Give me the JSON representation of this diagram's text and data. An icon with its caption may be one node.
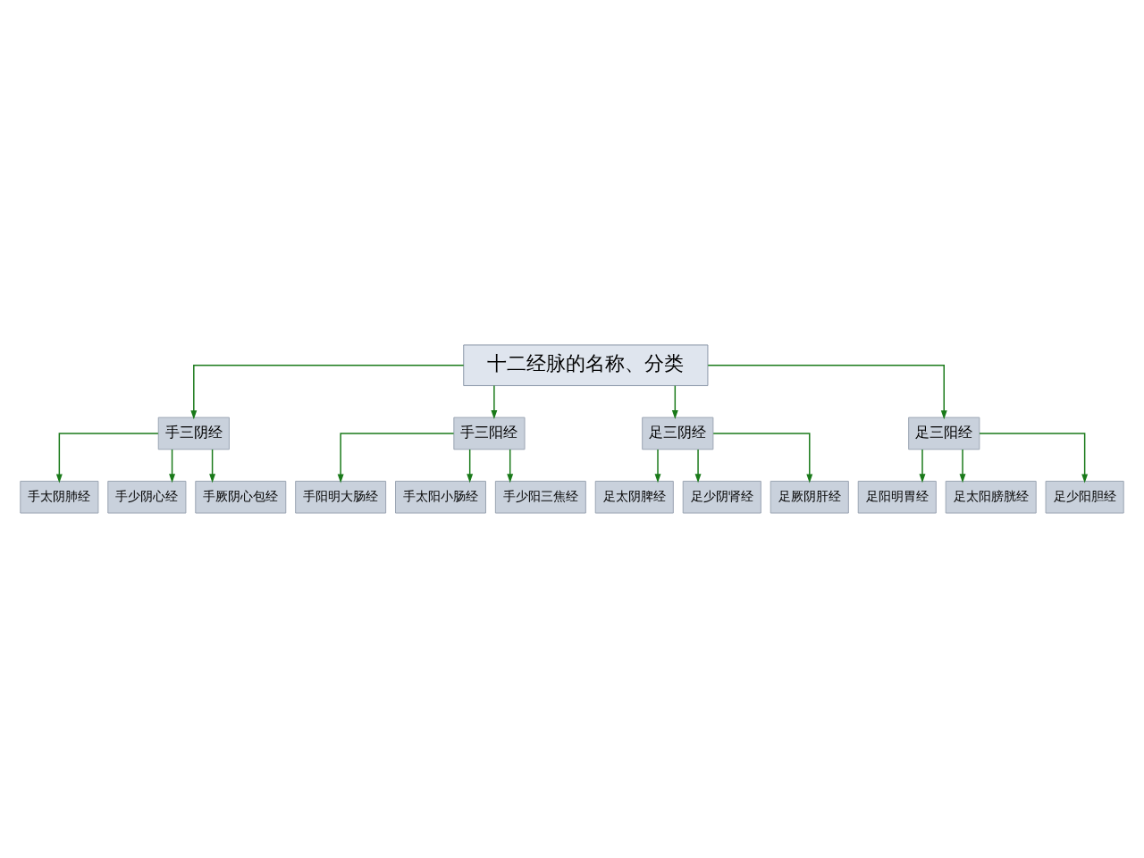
{
  "diagram": {
    "nodes": [
      {
        "text": [
          "十二经脉的名称、分类"
        ]
      },
      {
        "text": [
          "手三阴经"
        ]
      },
      {
        "text": [
          "手三阳经"
        ]
      },
      {
        "text": [
          "足三阴经"
        ]
      },
      {
        "text": [
          "足三阳经"
        ]
      },
      {
        "text": [
          "手太阴肺经"
        ]
      },
      {
        "text": [
          "手少阴心经"
        ]
      },
      {
        "text": [
          "手厥阴心包经"
        ]
      },
      {
        "text": [
          "手阳明大肠经"
        ]
      },
      {
        "text": [
          "手太阳小肠经"
        ]
      },
      {
        "text": [
          "手少阳三焦经"
        ]
      },
      {
        "text": [
          "足太阴脾经"
        ]
      },
      {
        "text": [
          "足少阴肾经"
        ]
      },
      {
        "text": [
          "足厥阴肝经"
        ]
      },
      {
        "text": [
          "足阳明胃经"
        ]
      },
      {
        "text": [
          "足太阳膀胱经"
        ]
      },
      {
        "text": [
          "足少阳胆经"
        ]
      }
    ],
    "edges": [
      {
        "from": 0,
        "to": 1,
        "arrow": "to"
      },
      {
        "from": 0,
        "to": 2,
        "arrow": "to"
      },
      {
        "from": 0,
        "to": 3,
        "arrow": "to"
      },
      {
        "from": 0,
        "to": 4,
        "arrow": "to"
      },
      {
        "from": 1,
        "to": 5,
        "arrow": "to"
      },
      {
        "from": 1,
        "to": 6,
        "arrow": "to"
      },
      {
        "from": 1,
        "to": 7,
        "arrow": "to"
      },
      {
        "from": 2,
        "to": 8,
        "arrow": "to"
      },
      {
        "from": 2,
        "to": 9,
        "arrow": "to"
      },
      {
        "from": 2,
        "to": 10,
        "arrow": "to"
      },
      {
        "from": 3,
        "to": 11,
        "arrow": "to"
      },
      {
        "from": 3,
        "to": 12,
        "arrow": "to"
      },
      {
        "from": 3,
        "to": 13,
        "arrow": "to"
      },
      {
        "from": 4,
        "to": 14,
        "arrow": "to"
      },
      {
        "from": 4,
        "to": 15,
        "arrow": "to"
      },
      {
        "from": 4,
        "to": 16,
        "arrow": "to"
      }
    ]
  }
}
